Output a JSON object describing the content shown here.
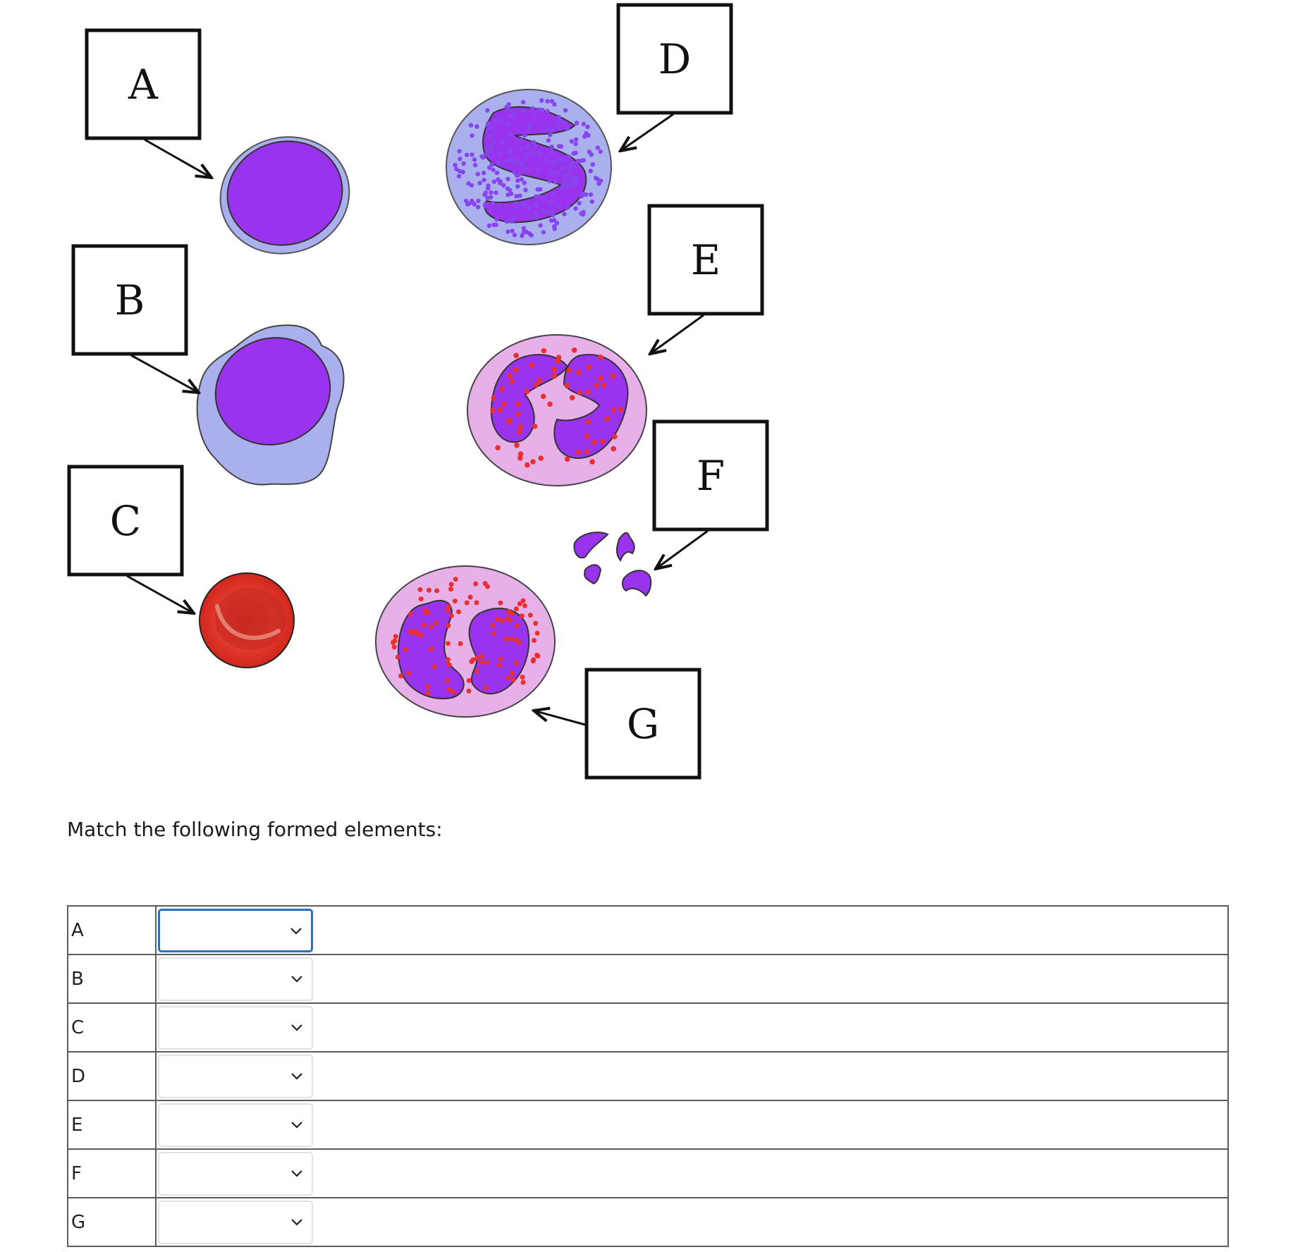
{
  "figure": {
    "labels": [
      "A",
      "B",
      "C",
      "D",
      "E",
      "F",
      "G"
    ],
    "colors": {
      "nucleus": "#9933ee",
      "agranular_cytoplasm": "#aab0ee",
      "granular_cytoplasm": "#e8b0e8",
      "red_granules": "#e83030",
      "purple_granules": "#8844ee",
      "erythrocyte": "#e03a2e"
    }
  },
  "question": {
    "prompt": "Match the following formed elements:"
  },
  "rows": [
    {
      "label": "A",
      "selected": ""
    },
    {
      "label": "B",
      "selected": ""
    },
    {
      "label": "C",
      "selected": ""
    },
    {
      "label": "D",
      "selected": ""
    },
    {
      "label": "E",
      "selected": ""
    },
    {
      "label": "F",
      "selected": ""
    },
    {
      "label": "G",
      "selected": ""
    }
  ]
}
